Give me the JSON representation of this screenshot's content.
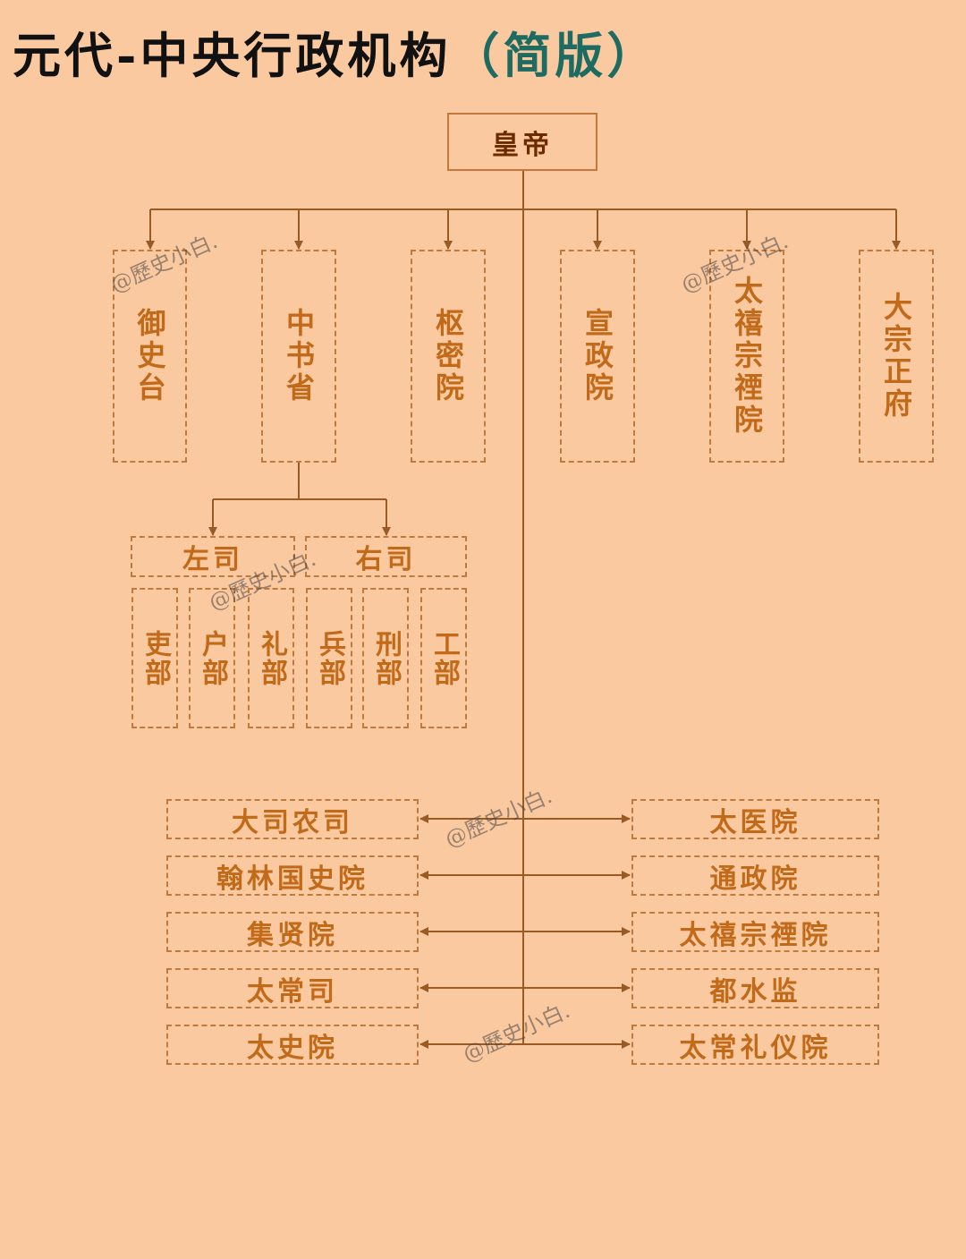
{
  "title": {
    "main": "元代-中央行政机构",
    "sub": "（简版）"
  },
  "root": "皇帝",
  "top_level": [
    "御史台",
    "中书省",
    "枢密院",
    "宣政院",
    "太禧宗禋院",
    "大宗正府"
  ],
  "secretariat_branches": [
    "左司",
    "右司"
  ],
  "six_ministries": [
    "吏部",
    "户部",
    "礼部",
    "兵部",
    "刑部",
    "工部"
  ],
  "left_column": [
    "大司农司",
    "翰林国史院",
    "集贤院",
    "太常司",
    "太史院"
  ],
  "right_column": [
    "太医院",
    "通政院",
    "太禧宗禋院",
    "都水监",
    "太常礼仪院"
  ],
  "watermark": "@歷史小白.",
  "colors": {
    "background": "#fbc9a0",
    "border": "#c27a3c",
    "text": "#c06a1a",
    "title_sub": "#1e6b62"
  }
}
